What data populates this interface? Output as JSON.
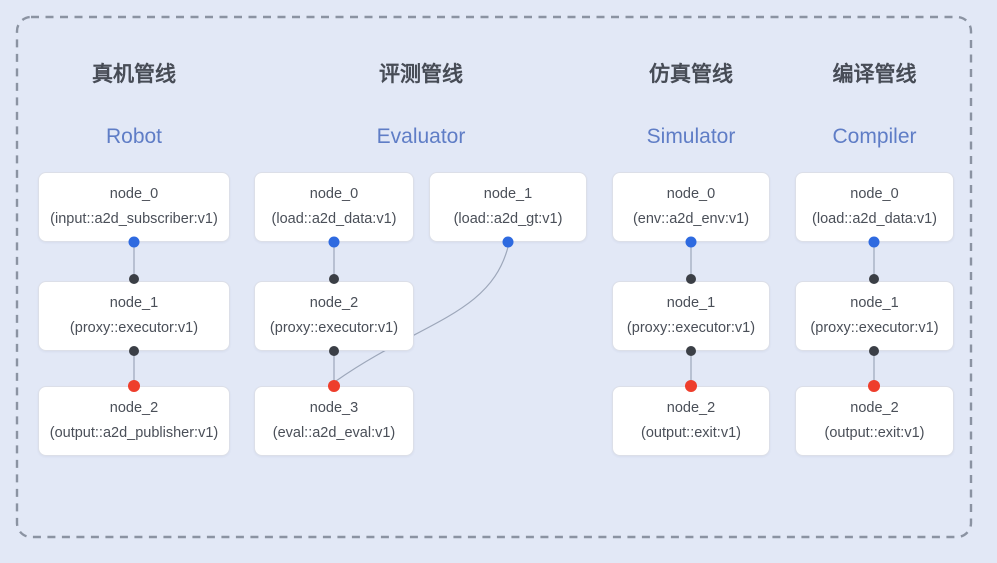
{
  "pipelines": [
    {
      "title_zh": "真机管线",
      "title_en": "Robot",
      "nodes": [
        {
          "name": "node_0",
          "type": "(input::a2d_subscriber:v1)",
          "out_port": "blue"
        },
        {
          "name": "node_1",
          "type": "(proxy::executor:v1)",
          "in_port": "dark",
          "out_port": "dark"
        },
        {
          "name": "node_2",
          "type": "(output::a2d_publisher:v1)",
          "in_port": "red"
        }
      ],
      "edges": [
        "node_0 -> node_1",
        "node_1 -> node_2"
      ]
    },
    {
      "title_zh": "评测管线",
      "title_en": "Evaluator",
      "nodes": [
        {
          "name": "node_0",
          "type": "(load::a2d_data:v1)",
          "out_port": "blue"
        },
        {
          "name": "node_1",
          "type": "(load::a2d_gt:v1)",
          "out_port": "blue"
        },
        {
          "name": "node_2",
          "type": "(proxy::executor:v1)",
          "in_port": "dark",
          "out_port": "dark"
        },
        {
          "name": "node_3",
          "type": "(eval::a2d_eval:v1)",
          "in_port": "red"
        }
      ],
      "edges": [
        "node_0 -> node_2",
        "node_1 -> node_3",
        "node_2 -> node_3"
      ]
    },
    {
      "title_zh": "仿真管线",
      "title_en": "Simulator",
      "nodes": [
        {
          "name": "node_0",
          "type": "(env::a2d_env:v1)",
          "out_port": "blue"
        },
        {
          "name": "node_1",
          "type": "(proxy::executor:v1)",
          "in_port": "dark",
          "out_port": "dark"
        },
        {
          "name": "node_2",
          "type": "(output::exit:v1)",
          "in_port": "red"
        }
      ],
      "edges": [
        "node_0 -> node_1",
        "node_1 -> node_2"
      ]
    },
    {
      "title_zh": "编译管线",
      "title_en": "Compiler",
      "nodes": [
        {
          "name": "node_0",
          "type": "(load::a2d_data:v1)",
          "out_port": "blue"
        },
        {
          "name": "node_1",
          "type": "(proxy::executor:v1)",
          "in_port": "dark",
          "out_port": "dark"
        },
        {
          "name": "node_2",
          "type": "(output::exit:v1)",
          "in_port": "red"
        }
      ],
      "edges": [
        "node_0 -> node_1",
        "node_1 -> node_2"
      ]
    }
  ],
  "colors": {
    "background": "#e2e8f6",
    "frame_dash": "#8b93a2",
    "title_zh": "#474c56",
    "title_en": "#5f7dc6",
    "node_bg": "#ffffff",
    "node_border": "#dcdfe8",
    "node_text": "#4a4f58",
    "edge_line": "#9da7ba",
    "port_blue": "#2e6ae0",
    "port_dark": "#3b3f46",
    "port_red": "#ee3e2c"
  }
}
